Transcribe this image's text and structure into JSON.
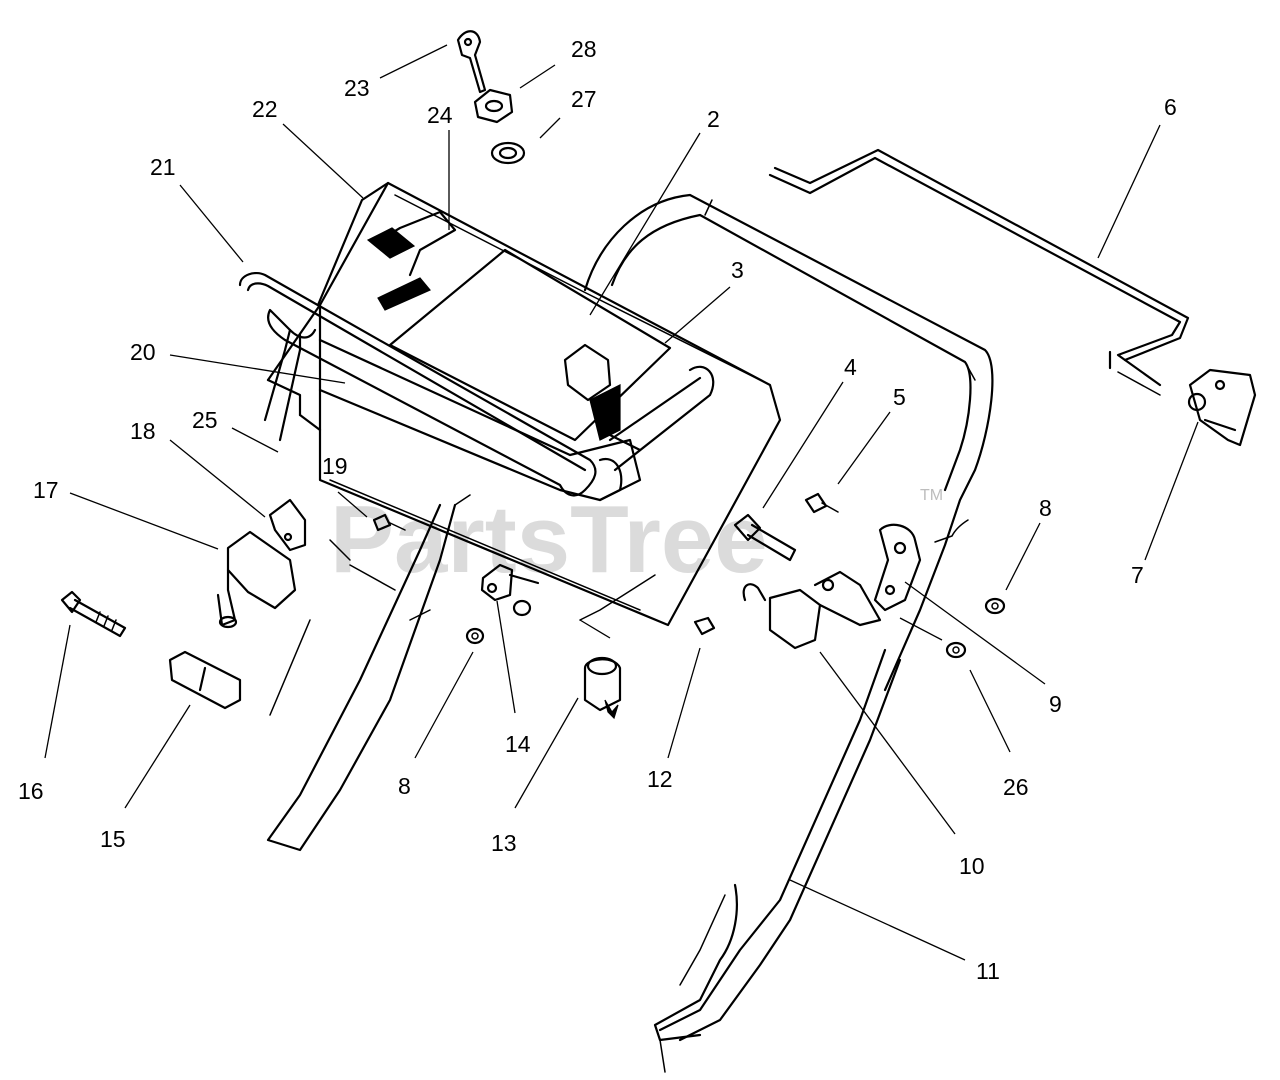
{
  "watermark": {
    "text": "PartsTree",
    "trademark": "TM"
  },
  "callouts": [
    {
      "id": "c23",
      "label": "23"
    },
    {
      "id": "c28",
      "label": "28"
    },
    {
      "id": "c27",
      "label": "27"
    },
    {
      "id": "c22",
      "label": "22"
    },
    {
      "id": "c24",
      "label": "24"
    },
    {
      "id": "c2",
      "label": "2"
    },
    {
      "id": "c6",
      "label": "6"
    },
    {
      "id": "c21",
      "label": "21"
    },
    {
      "id": "c3",
      "label": "3"
    },
    {
      "id": "c20",
      "label": "20"
    },
    {
      "id": "c4",
      "label": "4"
    },
    {
      "id": "c5",
      "label": "5"
    },
    {
      "id": "c18",
      "label": "18"
    },
    {
      "id": "c25",
      "label": "25"
    },
    {
      "id": "c19",
      "label": "19"
    },
    {
      "id": "c17",
      "label": "17"
    },
    {
      "id": "c8a",
      "label": "8"
    },
    {
      "id": "c7",
      "label": "7"
    },
    {
      "id": "c9",
      "label": "9"
    },
    {
      "id": "c14",
      "label": "14"
    },
    {
      "id": "c12",
      "label": "12"
    },
    {
      "id": "c16",
      "label": "16"
    },
    {
      "id": "c8b",
      "label": "8"
    },
    {
      "id": "c26",
      "label": "26"
    },
    {
      "id": "c15",
      "label": "15"
    },
    {
      "id": "c13",
      "label": "13"
    },
    {
      "id": "c10",
      "label": "10"
    },
    {
      "id": "c11",
      "label": "11"
    }
  ]
}
